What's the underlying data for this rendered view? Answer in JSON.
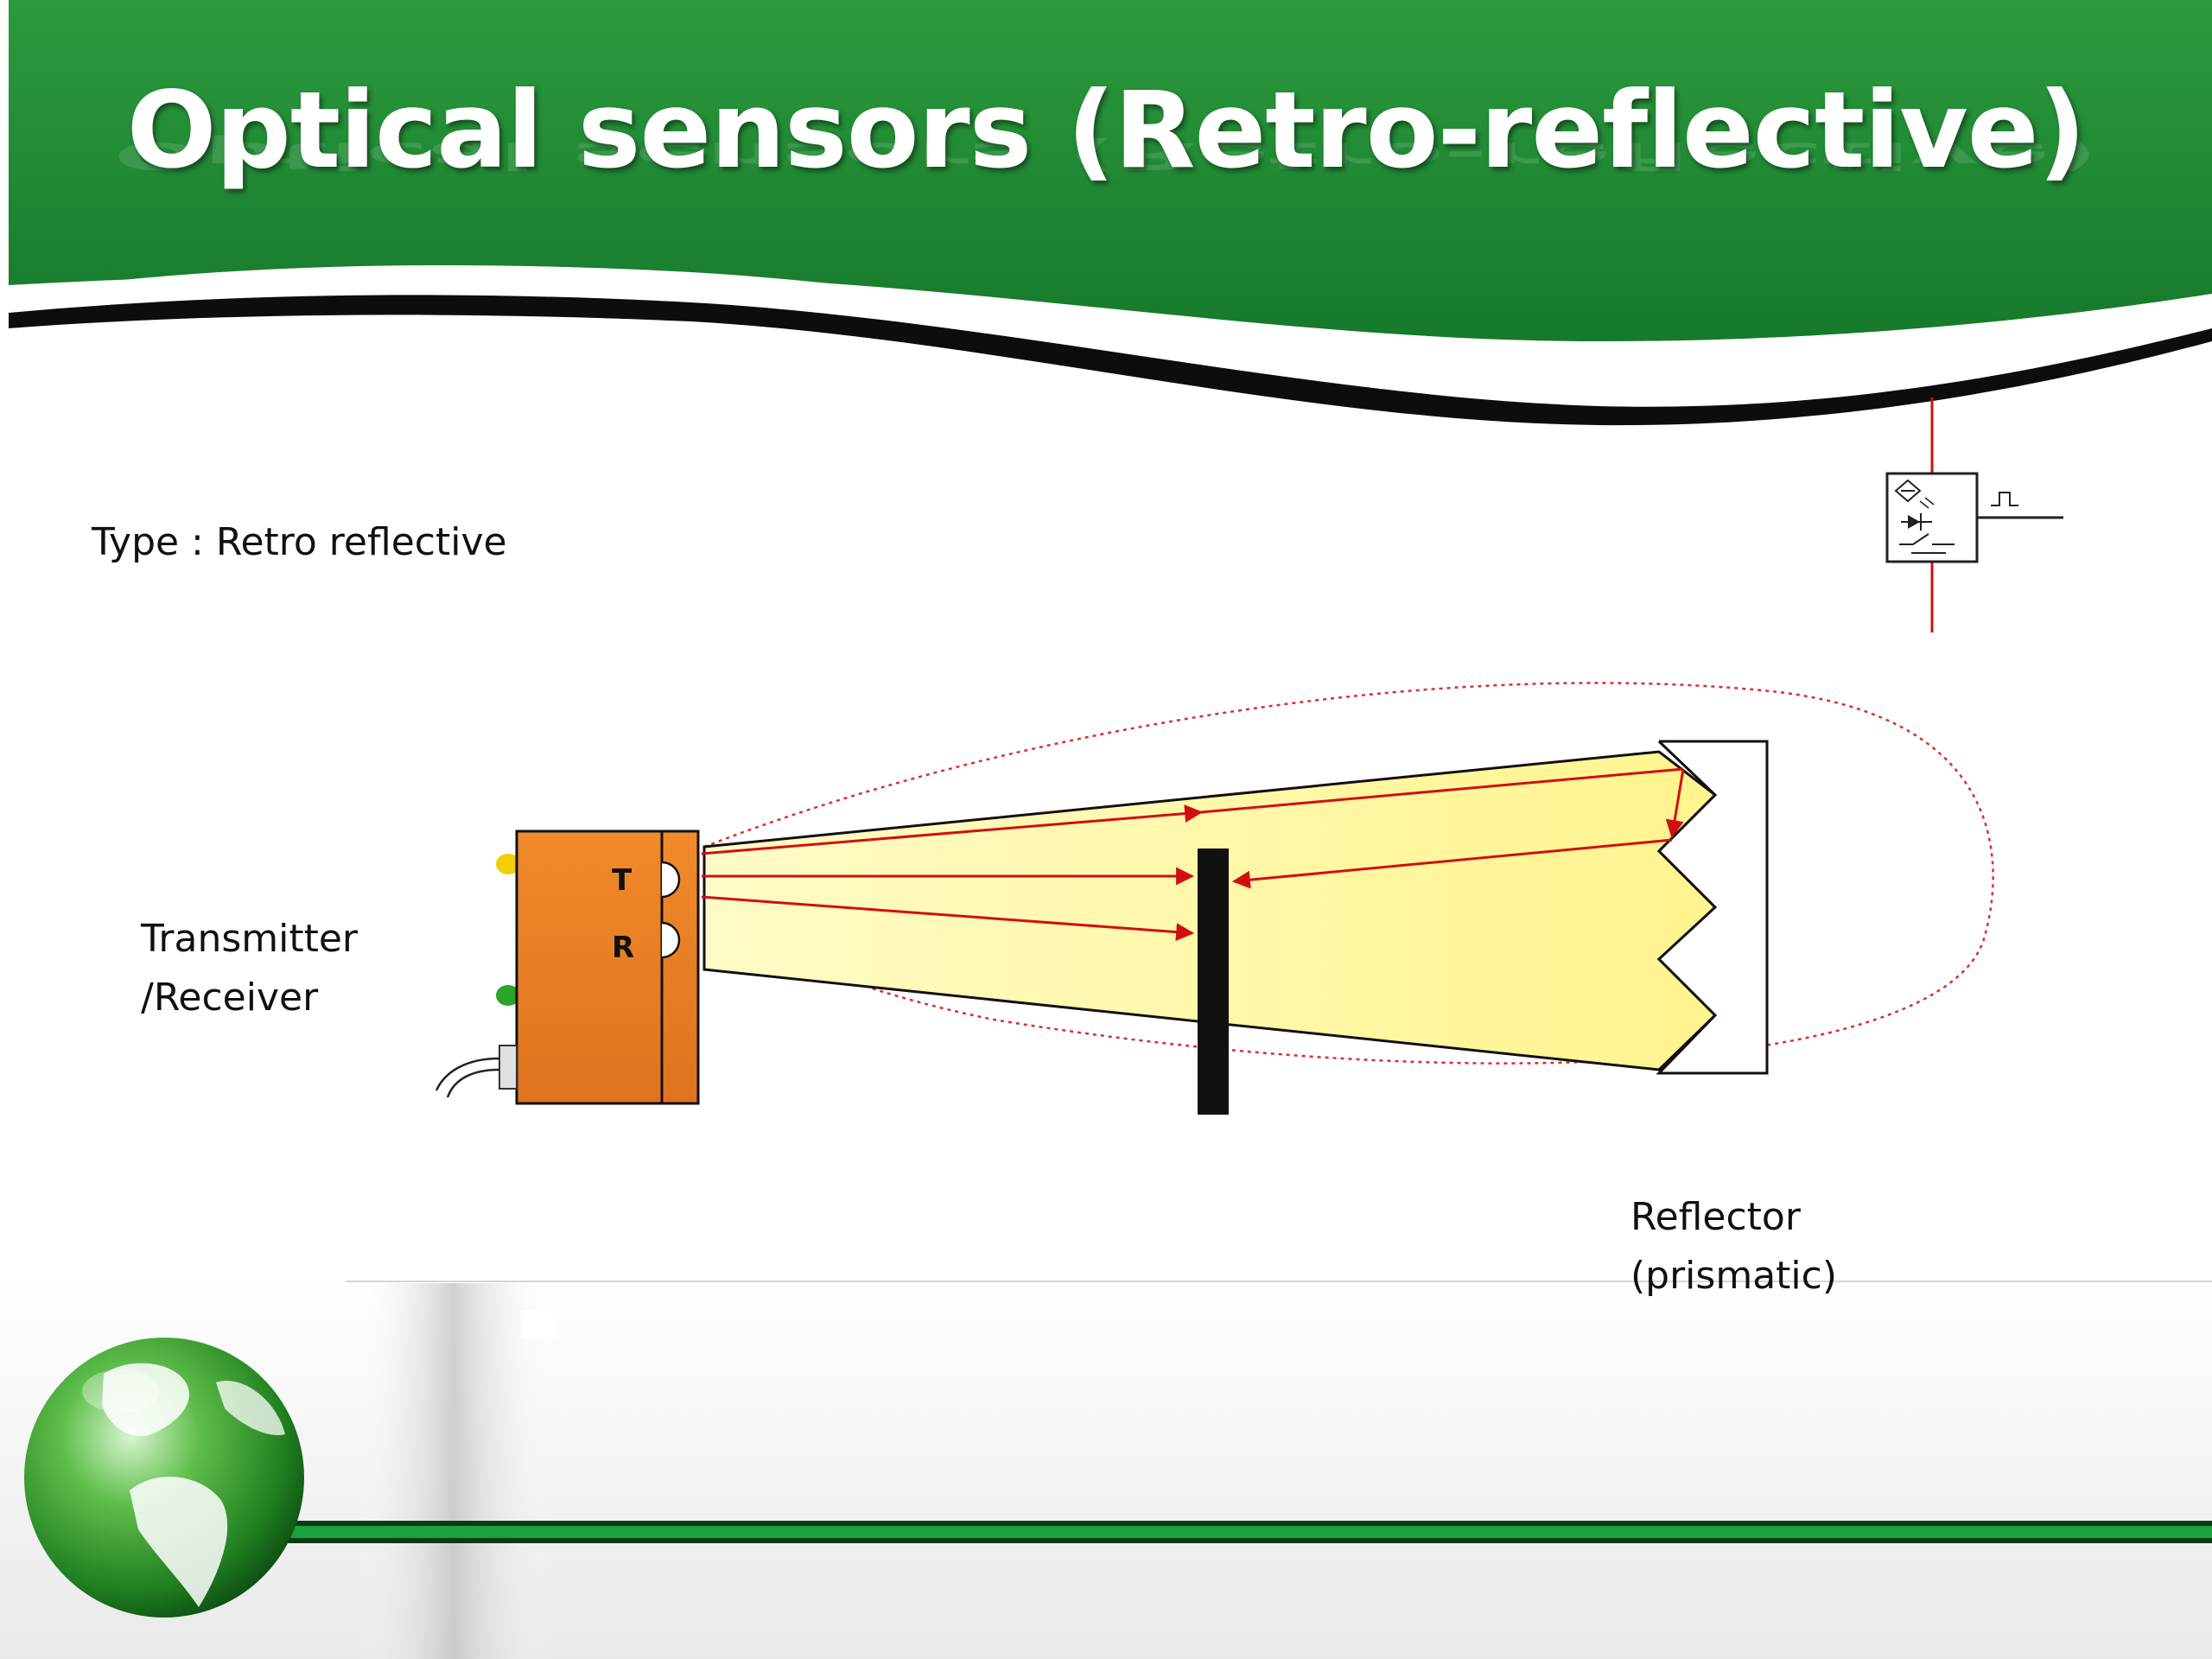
{
  "slide": {
    "title": "Optical sensors (Retro-reflective)",
    "type_label": "Type : Retro reflective",
    "transmitter_label_line1": "Transmitter",
    "transmitter_label_line2": "/Receiver",
    "reflector_label_line1": "Reflector",
    "reflector_label_line2": "(prismatic)",
    "sensor_t": "T",
    "sensor_r": "R"
  },
  "colors": {
    "header_green": "#1f8a35",
    "beam_yellow": "#fffaa0",
    "sensor_orange": "#e8822a",
    "ray_red": "#d01010",
    "footer_line_green": "#1aa33c"
  },
  "icons": {
    "globe": "globe-icon",
    "sensor_symbol": "photoelectric-sensor-symbol-icon"
  }
}
